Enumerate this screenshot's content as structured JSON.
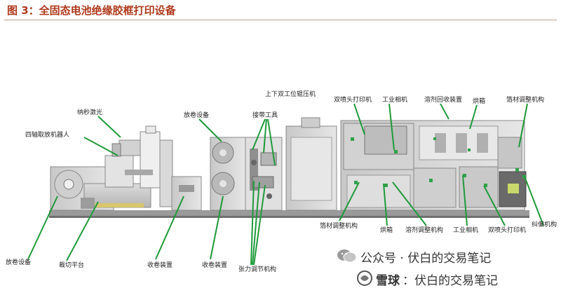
{
  "figure": {
    "title": "图 3：全固态电池绝缘胶框打印设备"
  },
  "labels": {
    "unwind_left": "放卷设备",
    "robot": "四轴取放机器人",
    "laser": "纳秒激光",
    "cutting": "裁切平台",
    "rewind_a": "收卷装置",
    "unwind_top": "放卷设备",
    "rewind_b": "收卷装置",
    "splice": "接带工具",
    "tension": "张力调节机构",
    "roller_press": "上下双工位辊压机",
    "dual_print_top": "双喷头打印机",
    "camera_top": "工业相机",
    "solvent": "溶剂回收装置",
    "oven_top": "烘箱",
    "foil_adjust_top": "箔材调整机构",
    "foil_adjust_bottom": "箔材调整机构",
    "oven_bottom": "烘箱",
    "solvent_adjust": "溶剂调整机构",
    "camera_bottom": "工业相机",
    "dual_print_bottom": "双喷头打印机",
    "deviation": "纠偏机构"
  },
  "watermark": {
    "line1": "公众号 · 伏白的交易笔记",
    "line2_brand": "雪球",
    "line2_text": "：伏白的交易笔记"
  }
}
